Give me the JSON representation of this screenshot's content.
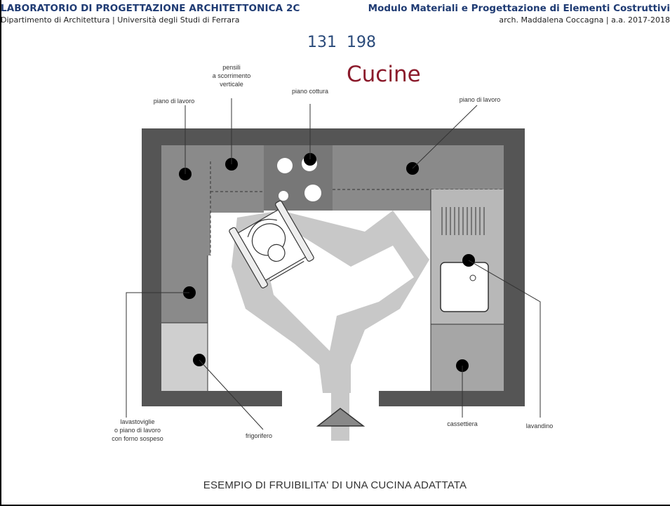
{
  "header": {
    "left_title": "LABORATORIO DI PROGETTAZIONE ARCHITETTONICA 2C",
    "left_subtitle": "Dipartimento di Architettura | Università degli Studi di Ferrara",
    "right_title": "Modulo Materiali e Progettazione di Elementi Costruttivi",
    "right_subtitle": "arch. Maddalena Coccagna | a.a. 2017-2018"
  },
  "page": {
    "current": "131",
    "total": "198"
  },
  "title": "Cucine",
  "drawing": {
    "labels": {
      "pensili_1": "pensili",
      "pensili_2": "a scorrimento",
      "pensili_3": "verticale",
      "piano_lavoro_left": "piano di lavoro",
      "piano_cottura": "piano cottura",
      "piano_lavoro_right": "piano di lavoro",
      "lavastoviglie_1": "lavastoviglie",
      "lavastoviglie_2": "o piano di lavoro",
      "lavastoviglie_3": "con forno sospeso",
      "frigorifero": "frigorifero",
      "cassettiera": "cassettiera",
      "lavandino": "lavandino"
    }
  },
  "caption": "ESEMPIO DI FRUIBILITA' DI UNA CUCINA ADATTATA",
  "colors": {
    "header_blue": "#1f3b73",
    "title_red": "#8b1a2b",
    "wall": "#555555",
    "cabinet_dark": "#8a8a8a",
    "cabinet_mid": "#a6a6a6",
    "cabinet_light": "#cfcfcf",
    "path": "#c8c8c8"
  }
}
